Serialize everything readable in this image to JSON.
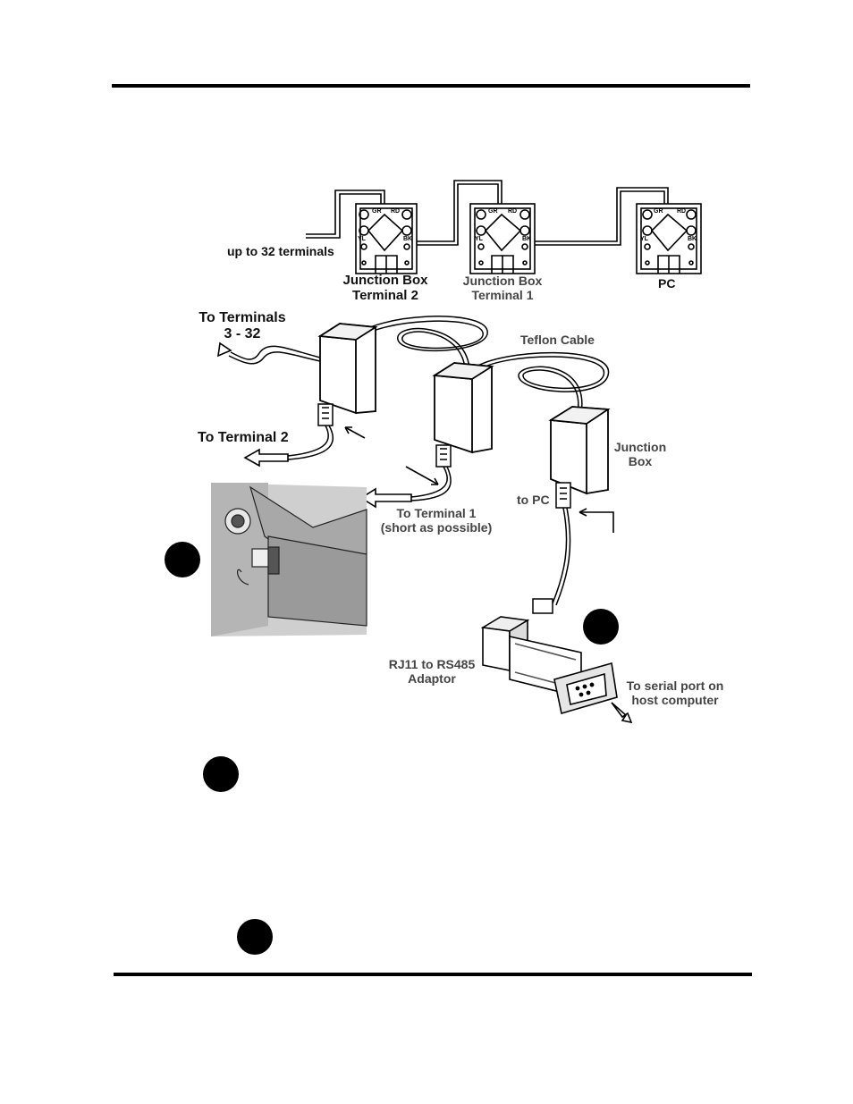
{
  "wiring": {
    "up_to": "up to 32 terminals",
    "jb2_line1": "Junction Box",
    "jb2_line2": "Terminal 2",
    "jb1_line1": "Junction Box",
    "jb1_line2": "Terminal 1",
    "pc": "PC",
    "pins": {
      "gr": "GR",
      "rd": "RD",
      "yl": "YL",
      "bk": "BK"
    }
  },
  "illustration": {
    "to_terminals_line1": "To Terminals",
    "to_terminals_line2": "3 - 32",
    "teflon": "Teflon Cable",
    "to_terminal2": "To Terminal 2",
    "to_terminal1_line1": "To Terminal 1",
    "to_terminal1_line2": "(short as possible)",
    "jbox_line1": "Junction",
    "jbox_line2": "Box",
    "to_pc": "to PC",
    "adaptor_line1": "RJ11 to RS485",
    "adaptor_line2": "Adaptor",
    "serial_line1": "To serial port on",
    "serial_line2": "host computer"
  }
}
